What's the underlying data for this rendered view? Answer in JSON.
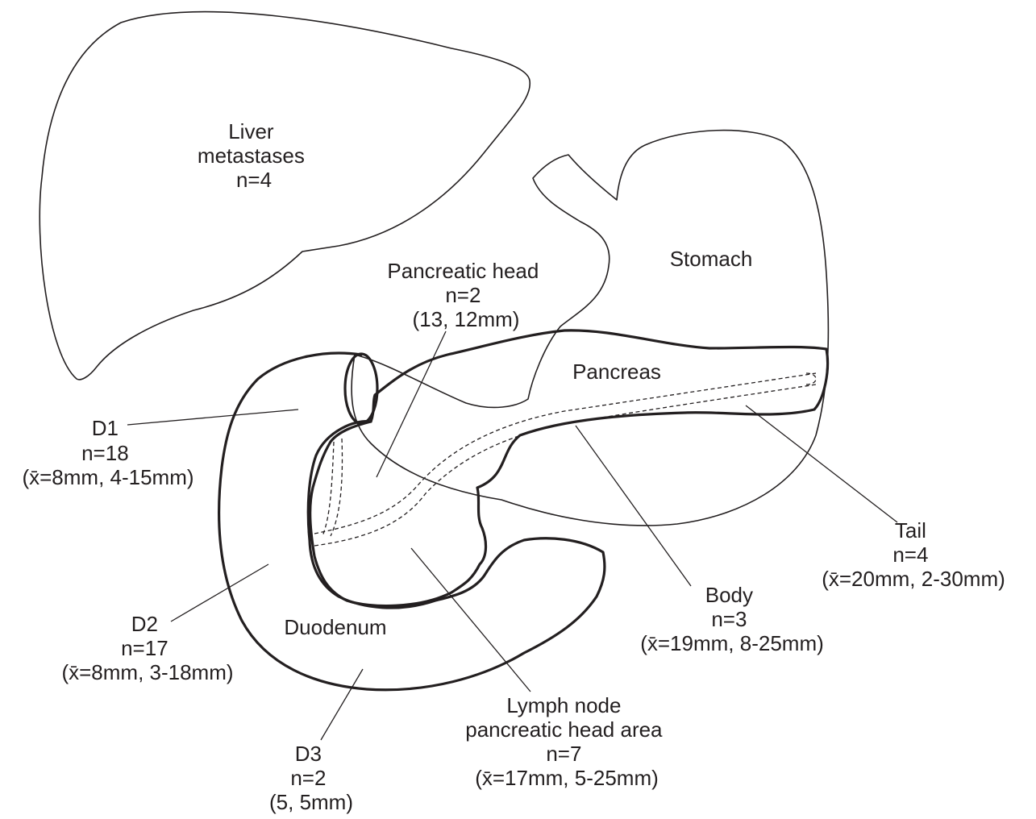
{
  "organs": {
    "stomach": "Stomach",
    "pancreas": "Pancreas",
    "duodenum": "Duodenum"
  },
  "annotations": {
    "liver": [
      "Liver",
      "metastases",
      "n=4"
    ],
    "pancreatic_head": [
      "Pancreatic head",
      "n=2",
      "(13, 12mm)"
    ],
    "d1": [
      "D1",
      "n=18",
      "(x̄=8mm, 4-15mm)"
    ],
    "d2": [
      "D2",
      "n=17",
      "(x̄=8mm, 3-18mm)"
    ],
    "d3": [
      "D3",
      "n=2",
      "(5, 5mm)"
    ],
    "lymph_node": [
      "Lymph node",
      "pancreatic head area",
      "n=7",
      "(x̄=17mm, 5-25mm)"
    ],
    "body": [
      "Body",
      "n=3",
      "(x̄=19mm, 8-25mm)"
    ],
    "tail": [
      "Tail",
      "n=4",
      "(x̄=20mm, 2-30mm)"
    ]
  }
}
